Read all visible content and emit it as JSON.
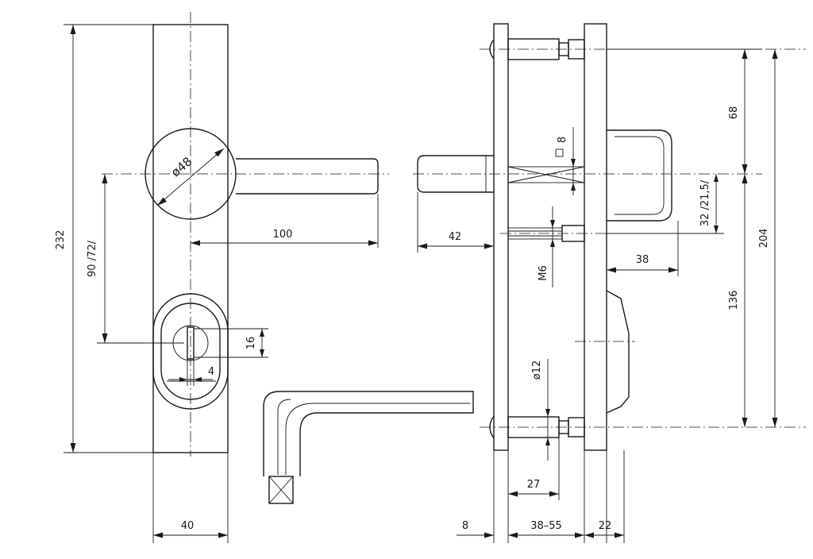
{
  "dimensions": {
    "total_height": "232",
    "spacing_left": "90 /72/",
    "width_front": "40",
    "rosette_dia": "ø48",
    "lever_length": "100",
    "cylinder_hole": "16",
    "cylinder_width": "4",
    "lever_side": "42",
    "square_spindle": "8",
    "screw_thread": "M6",
    "screw_dia": "ø12",
    "rosette_offset": "32 /21,5/",
    "top_to_spindle": "68",
    "spindle_to_bottom": "136",
    "total_spacing": "204",
    "knob_projection": "38",
    "screw_reach": "27",
    "plate_thickness": "8",
    "door_thickness": "38–55",
    "inner_plate": "22"
  }
}
